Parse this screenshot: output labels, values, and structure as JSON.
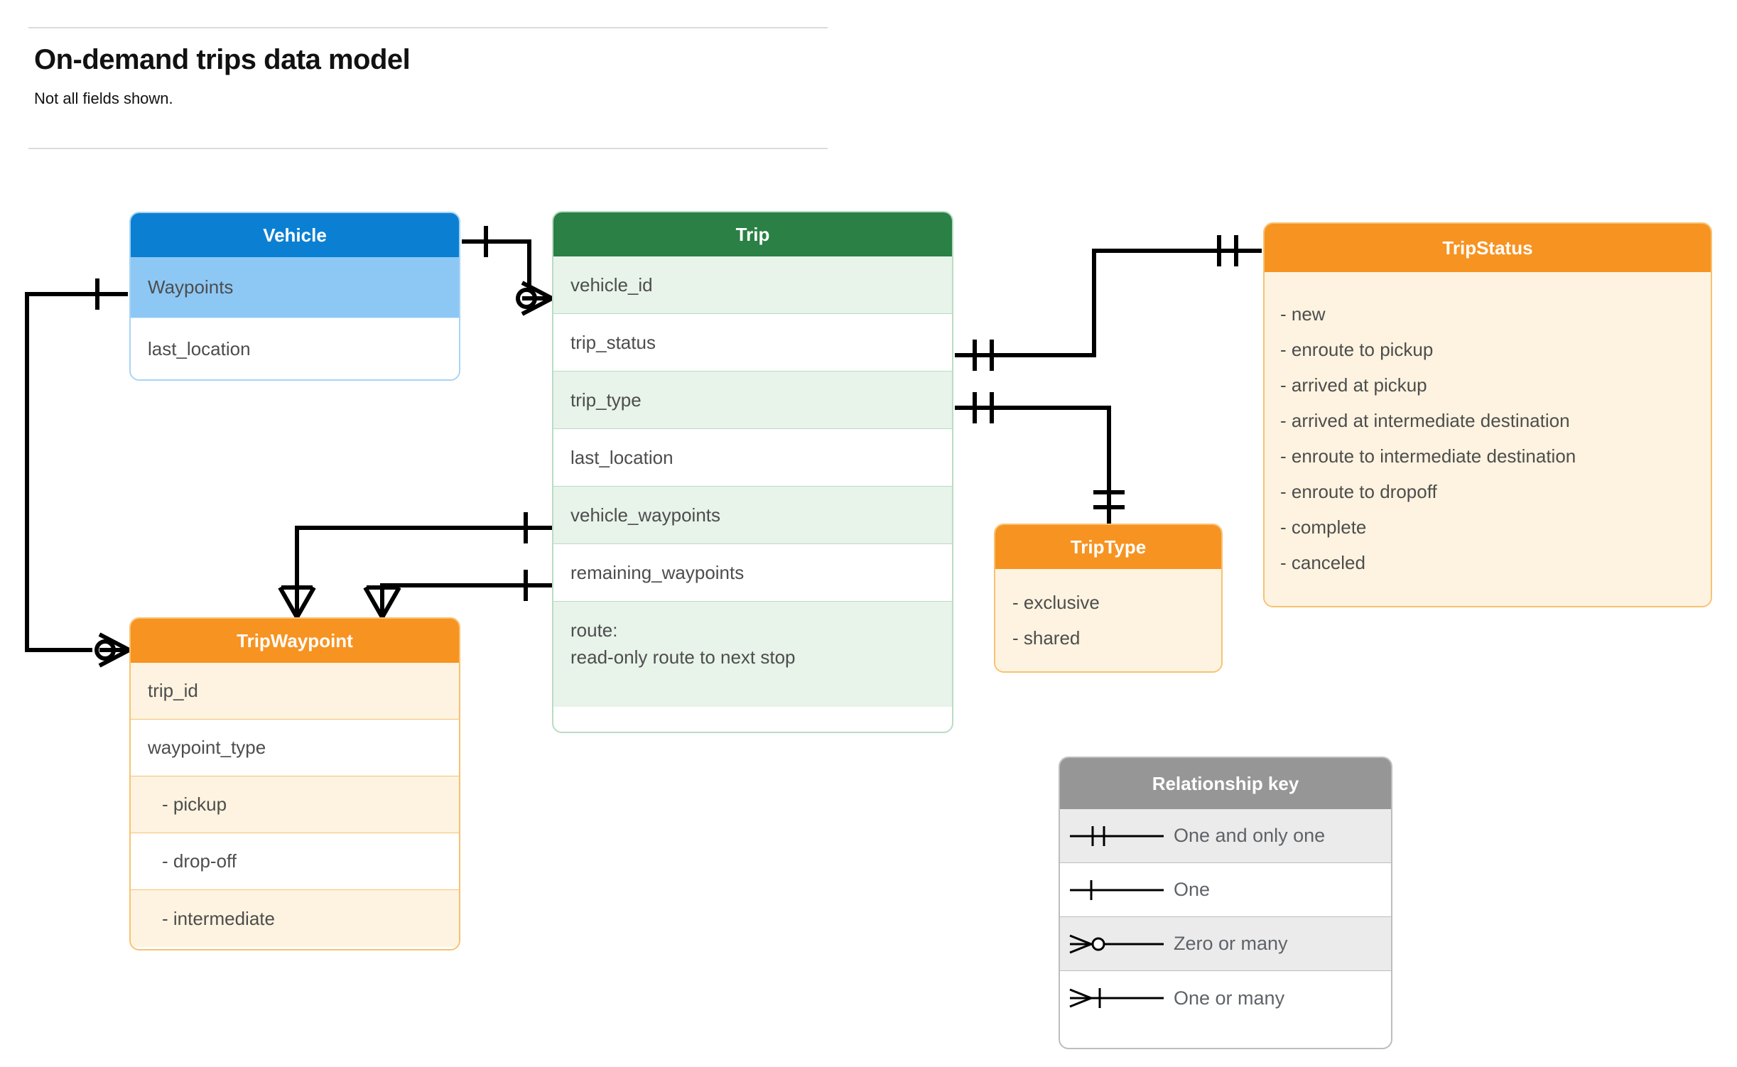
{
  "header": {
    "title": "On-demand trips data model",
    "subtitle": "Not all fields shown."
  },
  "entities": {
    "vehicle": {
      "name": "Vehicle",
      "header_color": "#0b80d3",
      "rows": [
        {
          "label": "Waypoints"
        },
        {
          "label": "last_location"
        }
      ]
    },
    "trip": {
      "name": "Trip",
      "header_color": "#2a8045",
      "rows": [
        {
          "label": "vehicle_id"
        },
        {
          "label": "trip_status"
        },
        {
          "label": "trip_type"
        },
        {
          "label": "last_location"
        },
        {
          "label": "vehicle_waypoints"
        },
        {
          "label": "remaining_waypoints"
        }
      ],
      "route_line1": "route:",
      "route_line2": "read-only route to next stop"
    },
    "tripstatus": {
      "name": "TripStatus",
      "header_color": "#f79321",
      "values": [
        "- new",
        "- enroute to pickup",
        "- arrived at pickup",
        "- arrived at intermediate destination",
        "- enroute to intermediate destination",
        "- enroute to dropoff",
        "- complete",
        "- canceled"
      ]
    },
    "triptype": {
      "name": "TripType",
      "header_color": "#f79321",
      "values": [
        "- exclusive",
        "- shared"
      ]
    },
    "tripwaypoint": {
      "name": "TripWaypoint",
      "header_color": "#f79321",
      "rows": [
        {
          "label": "trip_id"
        },
        {
          "label": "waypoint_type"
        },
        {
          "label": "-  pickup"
        },
        {
          "label": "-  drop-off"
        },
        {
          "label": "-  intermediate"
        }
      ]
    }
  },
  "legend": {
    "title": "Relationship key",
    "rows": [
      {
        "symbol": "one-and-only-one",
        "label": "One and only one"
      },
      {
        "symbol": "one",
        "label": "One"
      },
      {
        "symbol": "zero-or-many",
        "label": "Zero or many"
      },
      {
        "symbol": "one-or-many",
        "label": "One or many"
      }
    ]
  },
  "relationships": [
    {
      "from": "Vehicle",
      "from_card": "one",
      "to": "Trip.vehicle_id",
      "to_card": "zero-or-many"
    },
    {
      "from": "Vehicle.Waypoints",
      "from_card": "one",
      "to": "TripWaypoint",
      "to_card": "zero-or-many"
    },
    {
      "from": "Trip.trip_status",
      "from_card": "one-and-only-one",
      "to": "TripStatus",
      "to_card": "one-and-only-one"
    },
    {
      "from": "Trip.trip_type",
      "from_card": "one-and-only-one",
      "to": "TripType",
      "to_card": "one-and-only-one"
    },
    {
      "from": "Trip.vehicle_waypoints",
      "from_card": "one",
      "to": "TripWaypoint",
      "to_card": "one-or-many"
    },
    {
      "from": "Trip.remaining_waypoints",
      "from_card": "one",
      "to": "TripWaypoint",
      "to_card": "one-or-many"
    }
  ]
}
